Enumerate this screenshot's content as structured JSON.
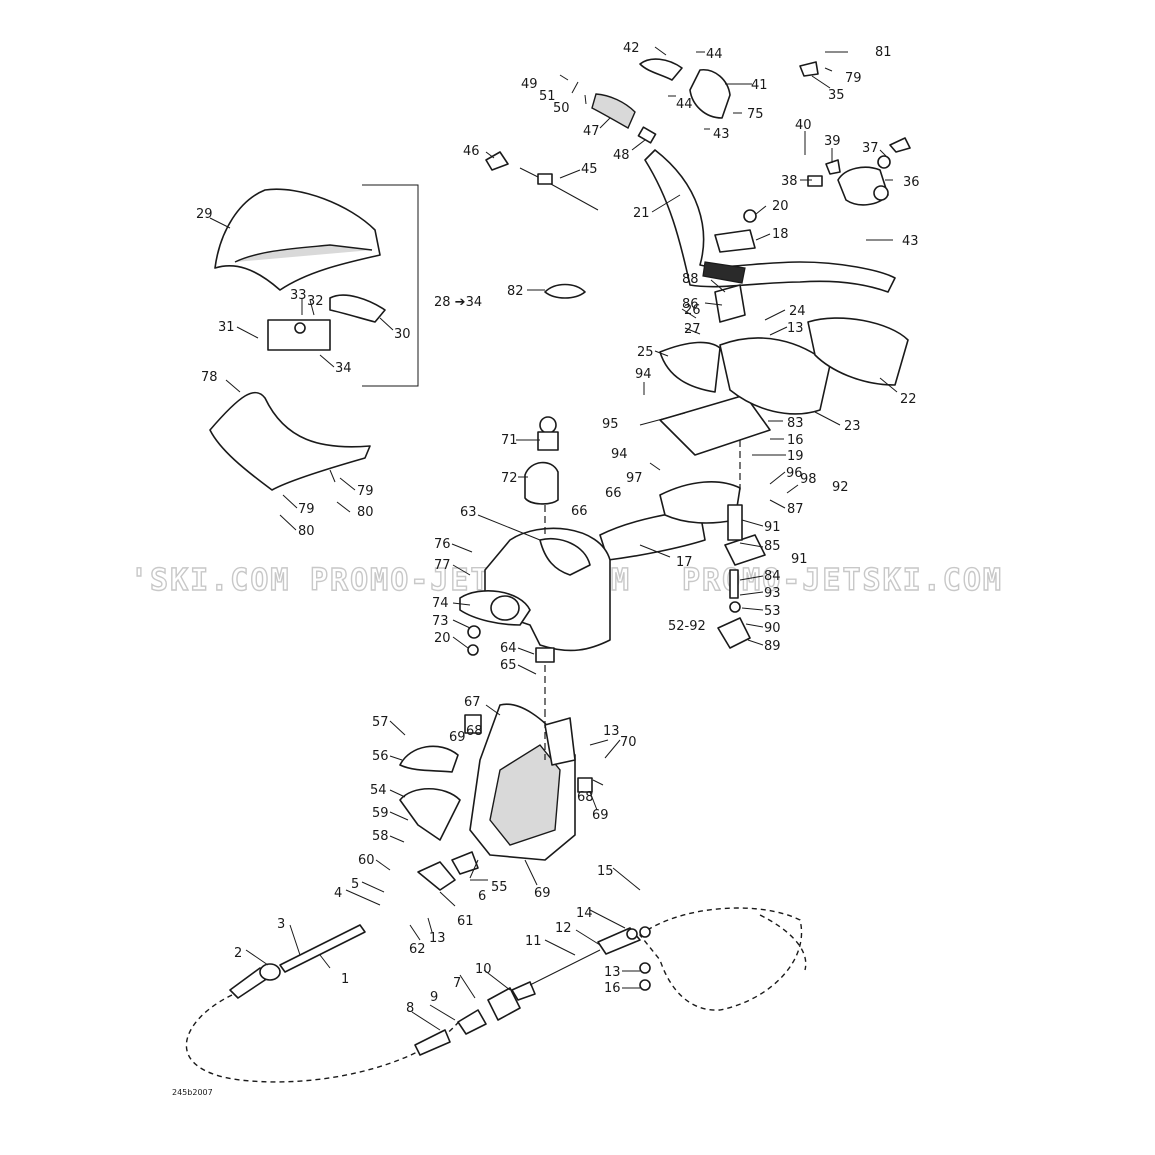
{
  "watermark": {
    "left": "'SKI.COM",
    "center": "PROMO-JETSKI.COM",
    "right": "PROMO-JETSKI.COM"
  },
  "figure_code": "245b2007",
  "labels": {
    "l1": "1",
    "l2": "2",
    "l3": "3",
    "l4": "4",
    "l5": "5",
    "l6": "6",
    "l7": "7",
    "l8": "8",
    "l9": "9",
    "l10": "10",
    "l11": "11",
    "l12": "12",
    "l13a": "13",
    "l13b": "13",
    "l13c": "13",
    "l13d": "13",
    "l14": "14",
    "l15": "15",
    "l16a": "16",
    "l16b": "16",
    "l17": "17",
    "l18": "18",
    "l19": "19",
    "l20a": "20",
    "l20b": "20",
    "l21": "21",
    "l22": "22",
    "l23": "23",
    "l24": "24",
    "l25": "25",
    "l26": "26",
    "l27": "27",
    "l28": "28 ➔34",
    "l29": "29",
    "l30": "30",
    "l31": "31",
    "l32": "32",
    "l33": "33",
    "l34": "34",
    "l35": "35",
    "l36": "36",
    "l37": "37",
    "l38": "38",
    "l39": "39",
    "l40": "40",
    "l41": "41",
    "l42": "42",
    "l43a": "43",
    "l43b": "43",
    "l44a": "44",
    "l44b": "44",
    "l45": "45",
    "l46": "46",
    "l47": "47",
    "l48": "48",
    "l49": "49",
    "l50": "50",
    "l51": "51",
    "l5292": "52-92",
    "l53": "53",
    "l54": "54",
    "l55": "55",
    "l56": "56",
    "l57": "57",
    "l58": "58",
    "l59": "59",
    "l60": "60",
    "l61": "61",
    "l62": "62",
    "l63": "63",
    "l64": "64",
    "l65": "65",
    "l66a": "66",
    "l66b": "66",
    "l67": "67",
    "l68a": "68",
    "l68b": "68",
    "l69a": "69",
    "l69b": "69",
    "l69c": "69",
    "l70": "70",
    "l71": "71",
    "l72": "72",
    "l73": "73",
    "l74": "74",
    "l75": "75",
    "l76": "76",
    "l77": "77",
    "l78": "78",
    "l79a": "79",
    "l79b": "79",
    "l79c": "79",
    "l80a": "80",
    "l80b": "80",
    "l81": "81",
    "l82": "82",
    "l83": "83",
    "l84": "84",
    "l85": "85",
    "l86": "86",
    "l87": "87",
    "l88": "88",
    "l89": "89",
    "l90": "90",
    "l91a": "91",
    "l91b": "91",
    "l92": "92",
    "l93": "93",
    "l94a": "94",
    "l94b": "94",
    "l95": "95",
    "l96": "96",
    "l97": "97",
    "l98": "98"
  }
}
